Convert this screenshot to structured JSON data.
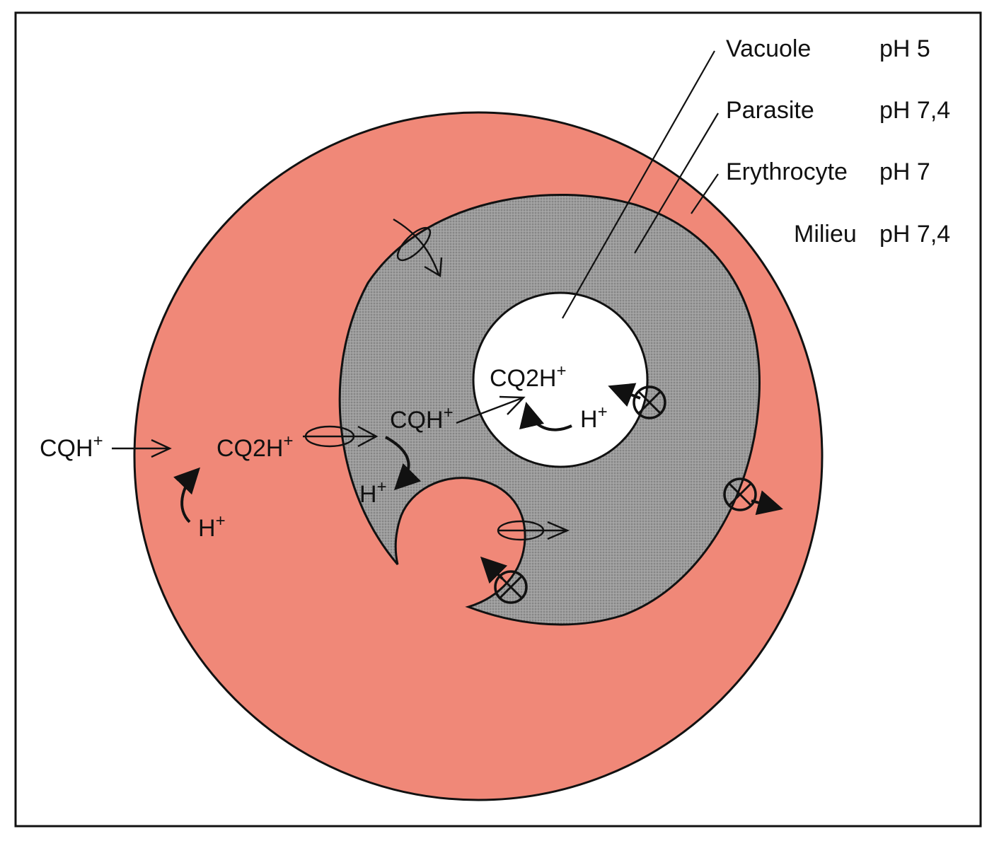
{
  "colors": {
    "milieu": "#ffffff",
    "erythrocyte": "#f08878",
    "parasite": "#9c9c9c",
    "vacuole": "#ffffff",
    "stroke": "#111111"
  },
  "legend": [
    {
      "name": "Vacuole",
      "ph": "pH 5"
    },
    {
      "name": "Parasite",
      "ph": "pH 7,4"
    },
    {
      "name": "Erythrocyte",
      "ph": "pH 7"
    },
    {
      "name": "Milieu",
      "ph": "pH 7,4"
    }
  ],
  "labels": {
    "cqh_outside": "CQH",
    "cq2h_erythrocyte": "CQ2H",
    "h_erythrocyte": "H",
    "cqh_parasite": "CQH",
    "h_parasite": "H",
    "cq2h_vacuole": "CQ2H",
    "h_vacuole": "H",
    "plus": "+"
  }
}
